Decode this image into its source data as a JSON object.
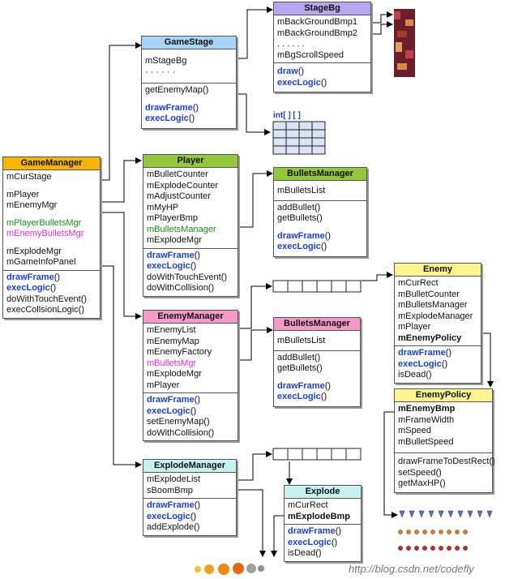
{
  "boxes": {
    "game_manager": {
      "title": "GameManager",
      "fields": [
        "mCurStage",
        "",
        "mPlayer",
        "mEnemyMgr",
        "",
        "mPlayerBulletsMgr",
        "mEnemyBulletsMgr",
        "",
        "mExplodeMgr",
        "mGameInfoPanel"
      ],
      "methods": [
        "drawFrame",
        "execLogic",
        "doWithTouchEvent()",
        "execCollsionLogic()"
      ]
    },
    "game_stage": {
      "title": "GameStage",
      "fields": [
        "mStageBg",
        "· · · · · ·"
      ],
      "other": [
        "getEnemyMap()"
      ],
      "methods": [
        "drawFrame",
        "execLogic"
      ]
    },
    "stage_bg": {
      "title": "StageBg",
      "fields": [
        "mBackGroundBmp1",
        "mBackGroundBmp2",
        ". . . . . .",
        "mBgScrollSpeed"
      ],
      "methods": [
        "draw",
        "execLogic"
      ]
    },
    "player": {
      "title": "Player",
      "fields": [
        "mBulletCounter",
        "mExplodeCounter",
        "mAdjustCounter",
        "mMyHP",
        "mPlayerBmp",
        "mBulletsManager",
        "mExplodeMgr"
      ],
      "methods": [
        "drawFrame",
        "execLogic",
        "doWithTouchEvent()",
        "doWithCollision()"
      ]
    },
    "bullets_manager_1": {
      "title": "BulletsManager",
      "fields": [
        "mBulletsList"
      ],
      "other": [
        "addBullet()",
        "getBullets()"
      ],
      "methods": [
        "drawFrame",
        "execLogic"
      ]
    },
    "enemy_manager": {
      "title": "EnemyManager",
      "fields": [
        "mEnemyList",
        "mEnemyMap",
        "mEnemyFactory",
        "mBulletsMgr",
        "mExplodeMgr",
        "mPlayer"
      ],
      "methods": [
        "drawFrame",
        "execLogic",
        "setEnemyMap()",
        "doWithCollision()"
      ]
    },
    "bullets_manager_2": {
      "title": "BulletsManager",
      "fields": [
        "mBulletsList"
      ],
      "other": [
        "addBullet()",
        "getBullets()"
      ],
      "methods": [
        "drawFrame",
        "execLogic"
      ]
    },
    "enemy": {
      "title": "Enemy",
      "fields": [
        "mCurRect",
        "mBulletCounter",
        "mBulletsManager",
        "mExplodeManager",
        "mPlayer",
        "mEnemyPolicy"
      ],
      "methods": [
        "drawFrame",
        "execLogic",
        "isDead()"
      ]
    },
    "enemy_policy": {
      "title": "EnemyPolicy",
      "fields": [
        "mEnemyBmp",
        "mFrameWidth",
        "mSpeed",
        "mBulletSpeed"
      ],
      "other": [
        "drawFrameToDestRect()",
        "setSpeed()",
        "getMaxHP()"
      ]
    },
    "explode_manager": {
      "title": "ExplodeManager",
      "fields": [
        "mExplodeList",
        "sBoomBmp"
      ],
      "methods": [
        "drawFrame",
        "execLogic",
        "addExplode()"
      ]
    },
    "explode": {
      "title": "Explode",
      "fields": [
        "mCurRect",
        "mExplodeBmp"
      ],
      "methods": [
        "drawFrame",
        "execLogic",
        "isDead()"
      ]
    }
  },
  "int_array_label": "int[ ] [ ]",
  "footer": "http://blog.csdn.net/codefly",
  "colors": {
    "method_blue": "#1f3fcf",
    "green_field": "#1e8a1e",
    "pink_field": "#e02ad8",
    "header_orange": "#f7b500",
    "header_blue": "#a9d4f5",
    "header_purple": "#b9a6f0",
    "header_green": "#92c83a",
    "header_pink": "#f59ac8",
    "header_cyan": "#c6f2f2",
    "header_yellow": "#faf58c"
  }
}
